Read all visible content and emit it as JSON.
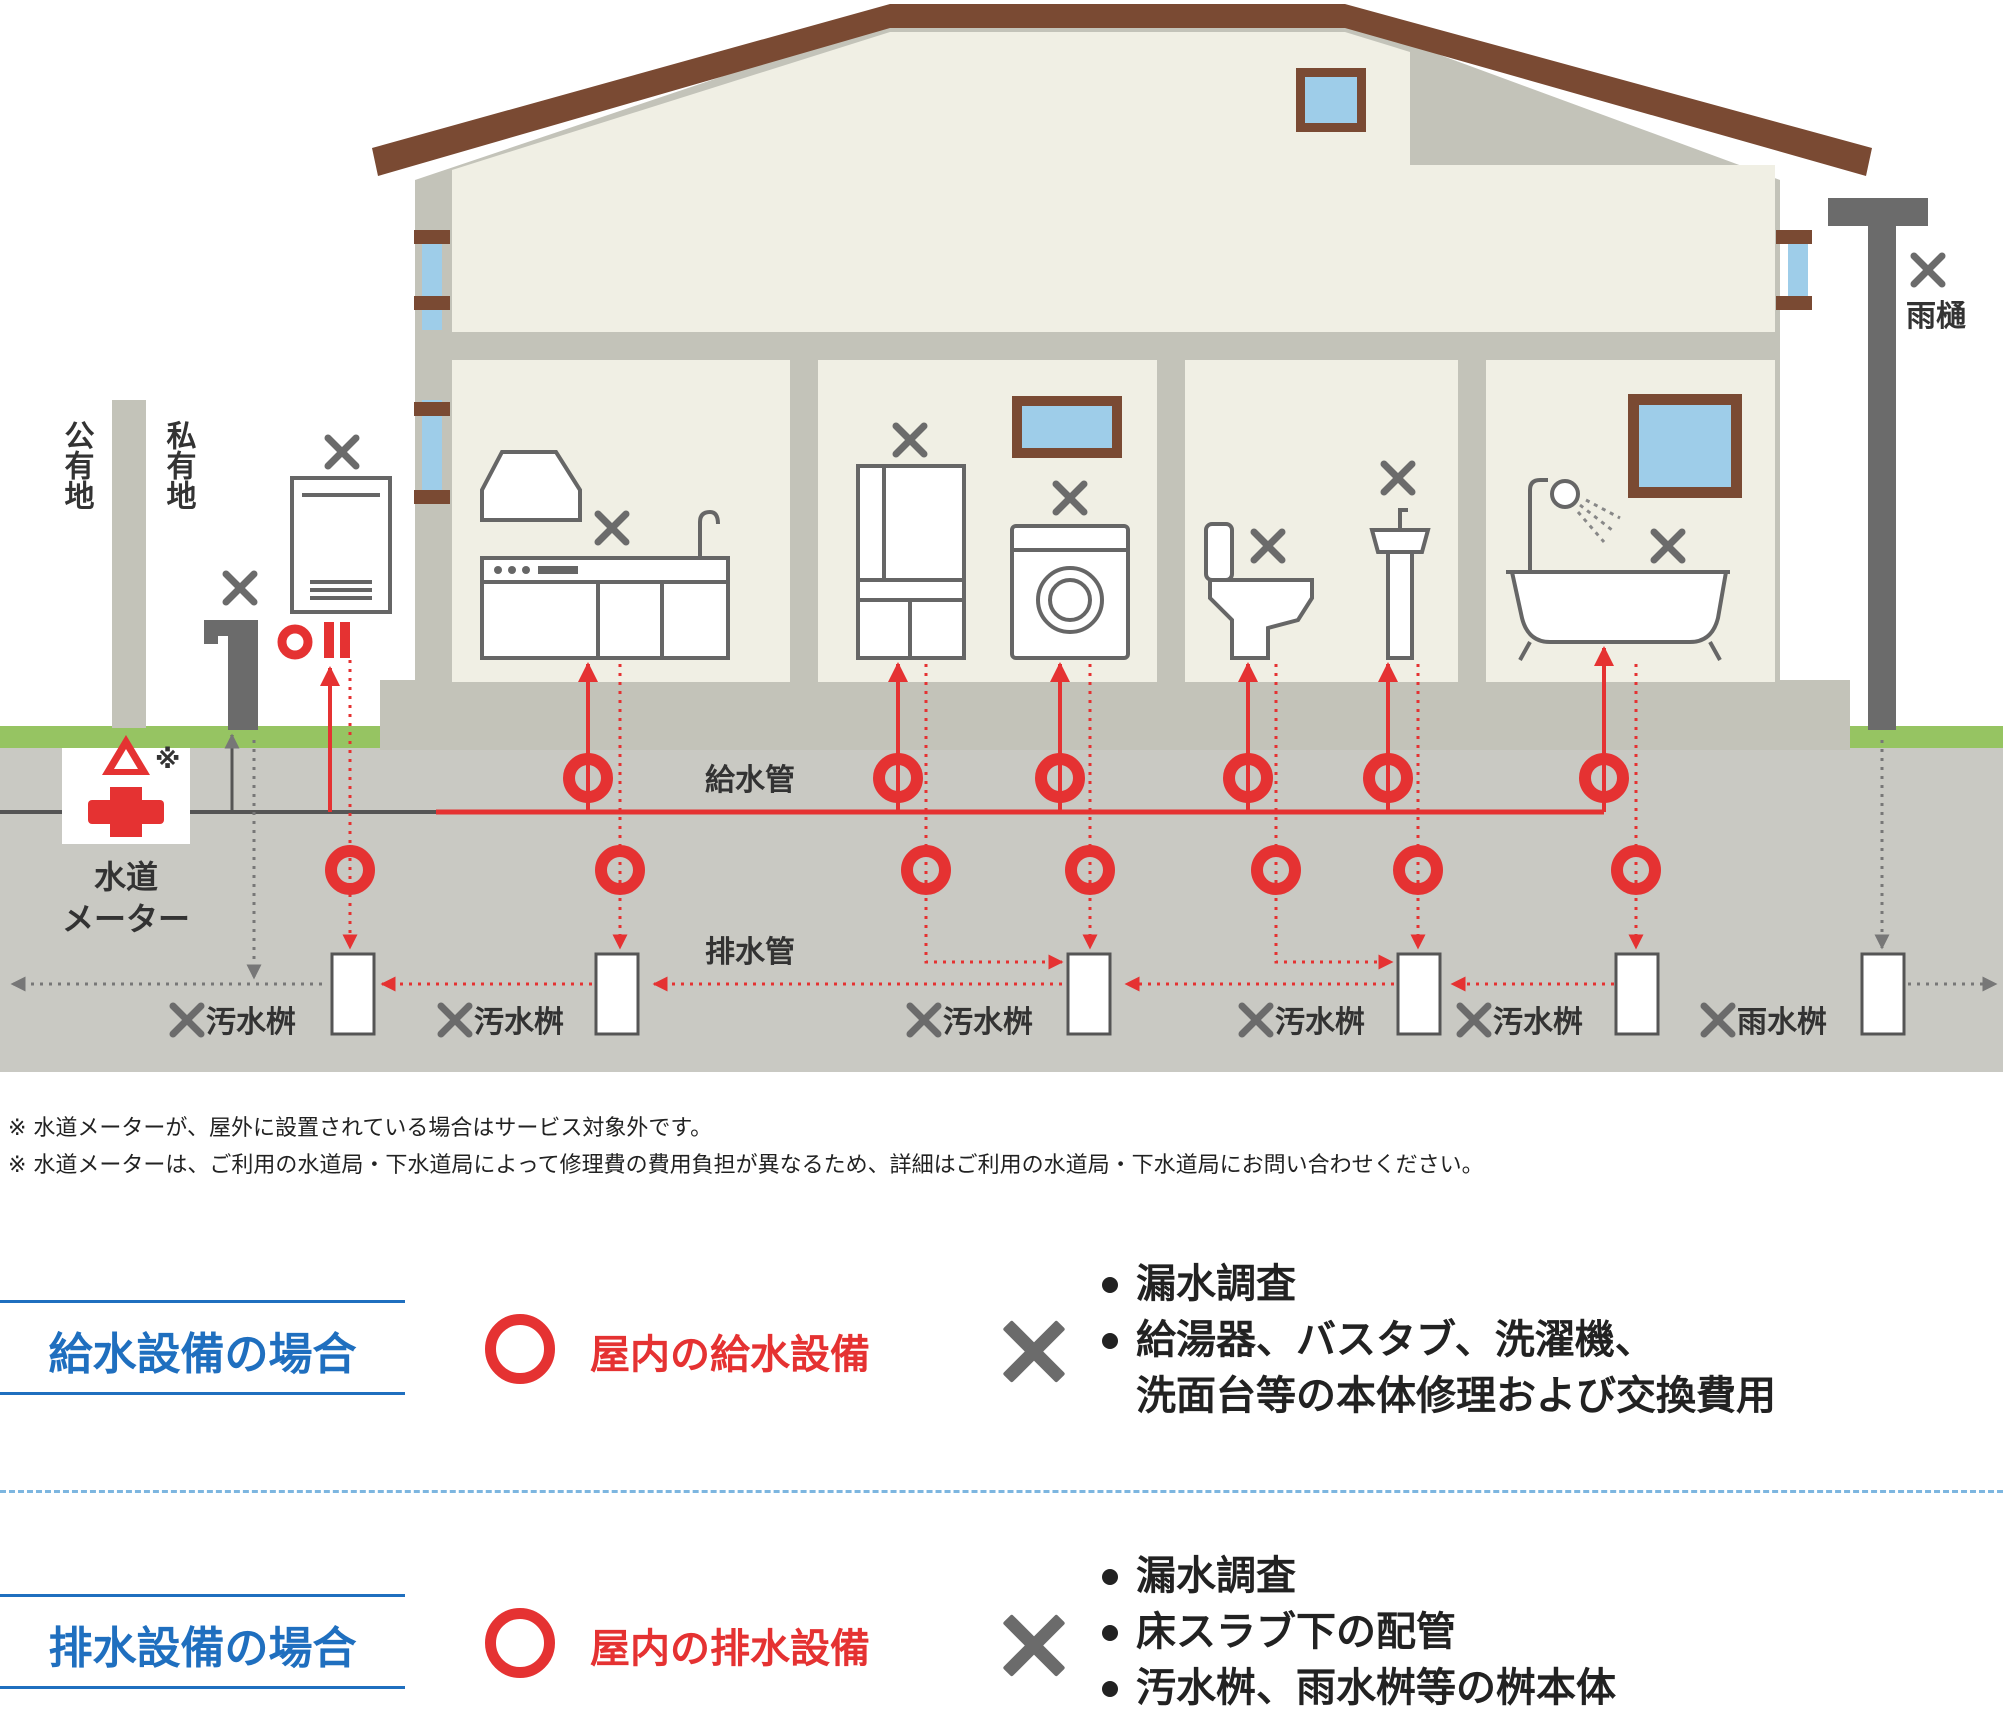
{
  "labels": {
    "public_land": "公有地",
    "private_land": "私有地",
    "rain_gutter": "雨樋",
    "water_meter": [
      "水道",
      "メーター"
    ],
    "meter_note_mark": "※",
    "supply_pipe": "給水管",
    "drain_pipe": "排水管",
    "sewage_basin": "汚水桝",
    "rain_basin": "雨水桝"
  },
  "notes": [
    "※ 水道メーターが、屋外に設置されている場合はサービス対象外です。",
    "※ 水道メーターは、ご利用の水道局・下水道局によって修理費の費用負担が異なるため、詳細はご利用の水道局・下水道局にお問い合わせください。"
  ],
  "legend": [
    {
      "category": "給水設備の場合",
      "covered": "屋内の給水設備",
      "not_covered": [
        "漏水調査",
        "給湯器、バスタブ、洗濯機、",
        "洗面台等の本体修理および交換費用"
      ],
      "bullets": [
        true,
        true,
        false
      ]
    },
    {
      "category": "排水設備の場合",
      "covered": "屋内の排水設備",
      "not_covered": [
        "漏水調査",
        "床スラブ下の配管",
        "汚水桝、雨水桝等の桝本体"
      ],
      "bullets": [
        true,
        true,
        true
      ]
    }
  ],
  "colors": {
    "covered_red": "#e53232",
    "not_covered_gray": "#6b6b6b",
    "category_blue": "#1f6fbf",
    "roof_brown": "#7a4a33",
    "wall_cream": "#f0efe4",
    "structure_gray": "#c3c3b9",
    "ground_gray": "#c9c9c3",
    "grass_green": "#96c462",
    "window_blue": "#9ecde9"
  }
}
